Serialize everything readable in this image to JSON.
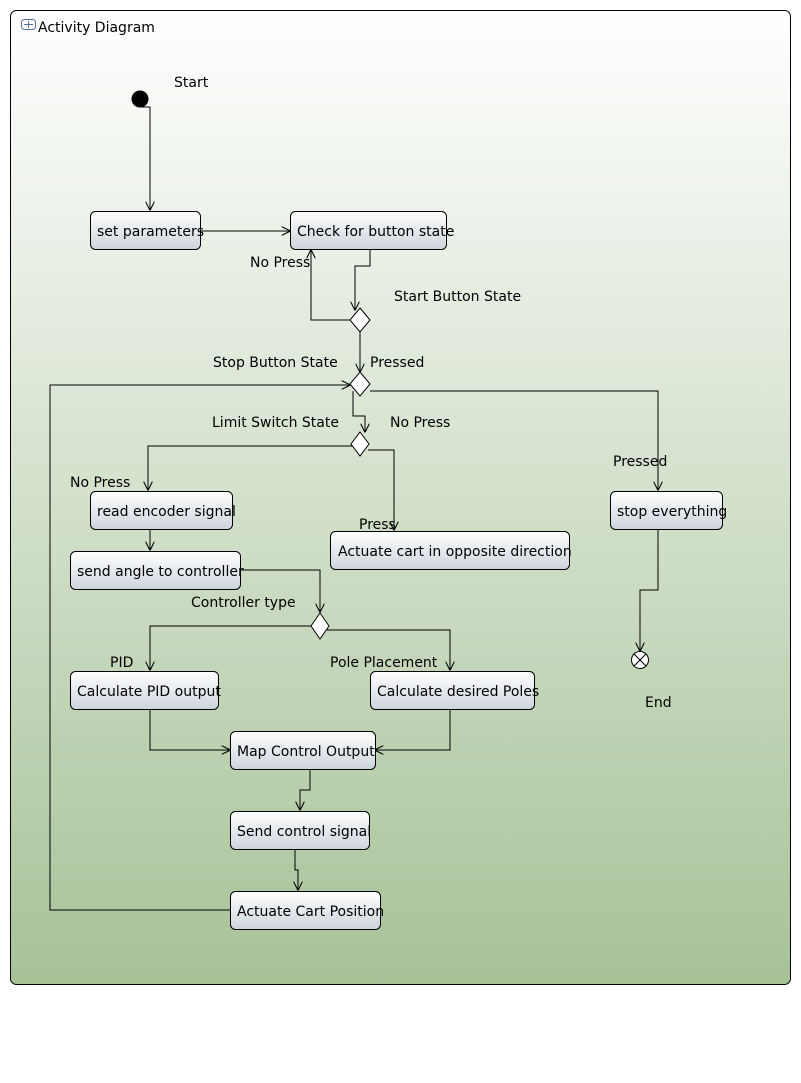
{
  "diagram": {
    "title": "Activity Diagram",
    "nodes": {
      "set_parameters": "set parameters",
      "check_button": "Check for button state",
      "read_encoder": "read encoder signal",
      "send_angle": "send angle to controller",
      "actuate_opposite": "Actuate cart in opposite direction",
      "stop_everything": "stop everything",
      "calc_pid": "Calculate PID output",
      "calc_poles": "Calculate desired Poles",
      "map_output": "Map Control Output",
      "send_signal": "Send control signal",
      "actuate_position": "Actuate Cart Position"
    },
    "labels": {
      "start": "Start",
      "end": "End",
      "no_press_1": "No Press",
      "start_button_state": "Start Button State",
      "pressed_1": "Pressed",
      "stop_button_state": "Stop Button State",
      "limit_switch_state": "Limit Switch State",
      "no_press_2": "No Press",
      "pressed_2": "Pressed",
      "no_press_3": "No Press",
      "press": "Press",
      "controller_type": "Controller type",
      "pid": "PID",
      "pole_placement": "Pole Placement"
    }
  }
}
